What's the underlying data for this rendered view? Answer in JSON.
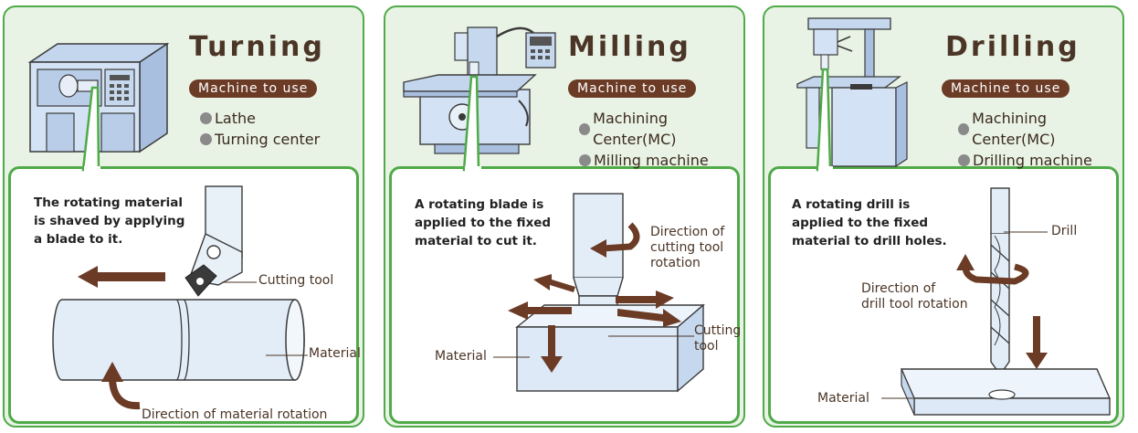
{
  "panels": [
    {
      "title": "Turning",
      "machine_label": "Machine to use",
      "machines": [
        "Lathe",
        "Turning center"
      ],
      "description": [
        "The rotating material",
        "is shaved by applying",
        "a blade to it."
      ],
      "labels": {
        "tool": "Cutting tool",
        "material": "Material",
        "rotation": "Direction of material rotation"
      }
    },
    {
      "title": "Milling",
      "machine_label": "Machine to use",
      "machines": [
        "Machining Center(MC)",
        "Milling machine"
      ],
      "description": [
        "A rotating blade is",
        "applied to the fixed",
        "material to cut it."
      ],
      "labels": {
        "rotation": [
          "Direction of",
          "cutting tool",
          "rotation"
        ],
        "tool": [
          "Cutting",
          "tool"
        ],
        "material": "Material"
      }
    },
    {
      "title": "Drilling",
      "machine_label": "Machine to use",
      "machines": [
        "Machining Center(MC)",
        "Drilling machine"
      ],
      "description": [
        "A rotating drill is",
        "applied to the fixed",
        "material to drill holes."
      ],
      "labels": {
        "drill": "Drill",
        "rotation": [
          "Direction of",
          "drill tool rotation"
        ],
        "material": "Material"
      }
    }
  ],
  "colors": {
    "frame": "#4faa48",
    "panel_bg": "#e9f3e5",
    "pill": "#6b3b26",
    "arrow": "#6b3b26",
    "metal": "#d6e6f5"
  }
}
